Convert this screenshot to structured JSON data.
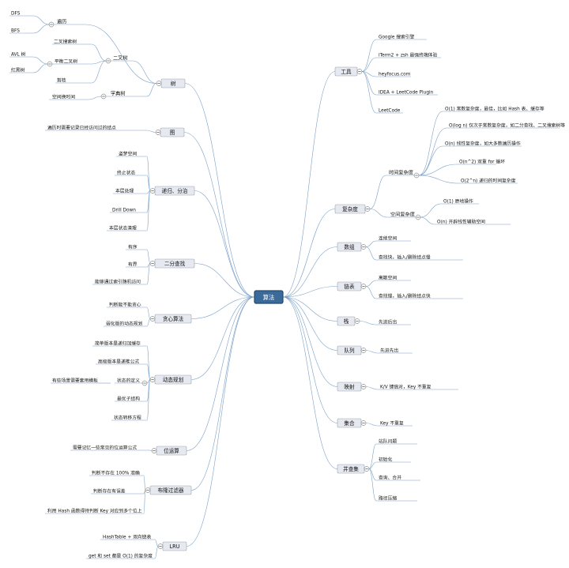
{
  "root": {
    "label": "算法"
  },
  "left": [
    {
      "id": "tree",
      "label": "树",
      "children": [
        {
          "label": "遍历",
          "children": [
            {
              "label": "DFS"
            },
            {
              "label": "BFS"
            }
          ]
        },
        {
          "label": "二叉树",
          "children": [
            {
              "label": "二叉搜索树"
            },
            {
              "label": "平衡二叉树",
              "children": [
                {
                  "label": "AVL 树"
                },
                {
                  "label": "红黑树"
                }
              ]
            },
            {
              "label": "剪枝"
            }
          ]
        },
        {
          "label": "字典树",
          "children": [
            {
              "label": "空间换时间"
            }
          ]
        }
      ]
    },
    {
      "id": "graph",
      "label": "图",
      "children": [
        {
          "label": "遍历时需要记录已经访问过的结点"
        }
      ]
    },
    {
      "id": "recursion",
      "label": "递归、分治",
      "children": [
        {
          "label": "盗梦空间"
        },
        {
          "label": "终止状态"
        },
        {
          "label": "本层处理"
        },
        {
          "label": "Drill Down"
        },
        {
          "label": "本层状态清理"
        }
      ]
    },
    {
      "id": "binsearch",
      "label": "二分查找",
      "children": [
        {
          "label": "有序"
        },
        {
          "label": "有界"
        },
        {
          "label": "能够通过索引随机访问"
        }
      ]
    },
    {
      "id": "greedy",
      "label": "贪心算法",
      "children": [
        {
          "label": "判断能不能贪心"
        },
        {
          "label": "弱化版的动态规划"
        }
      ]
    },
    {
      "id": "dp",
      "label": "动态规划",
      "children": [
        {
          "label": "简单版本是递归加缓存"
        },
        {
          "label": "高级版本是递推公式"
        },
        {
          "label": "状态的定义",
          "children": [
            {
              "label": "有些场景需要套用模板"
            }
          ]
        },
        {
          "label": "最优子结构"
        },
        {
          "label": "状态转移方程"
        }
      ]
    },
    {
      "id": "bitop",
      "label": "位运算",
      "children": [
        {
          "label": "需要记忆一些常见的位运算公式"
        }
      ]
    },
    {
      "id": "bloom",
      "label": "布隆过滤器",
      "children": [
        {
          "label": "判断不存在 100% 准确"
        },
        {
          "label": "判断存在有误差"
        },
        {
          "label": "利用 Hash 函数得待判断 Key 对应到多个位上"
        }
      ]
    },
    {
      "id": "lru",
      "label": "LRU",
      "children": [
        {
          "label": "HashTable + 双向链表"
        },
        {
          "label": "get 和 set 都是 O(1) 的复杂度"
        }
      ]
    }
  ],
  "right": [
    {
      "id": "tools",
      "label": "工具",
      "children": [
        {
          "label": "Google 搜索引擎"
        },
        {
          "label": "iTerm2 + zsh 最强终端体验"
        },
        {
          "label": "heyfocus.com"
        },
        {
          "label": "IDEA + LeetCode Plugin"
        },
        {
          "label": "LeetCode"
        }
      ]
    },
    {
      "id": "complexity",
      "label": "复杂度",
      "children": [
        {
          "label": "时间复杂度",
          "children": [
            {
              "label": "O(1) 常数复杂度，最佳，比如 Hash 表、缓存等"
            },
            {
              "label": "O(log n) 仅次于常数复杂度，如二分查找、二叉搜索树等"
            },
            {
              "label": "O(n) 线性复杂度，如大多数遍历操作"
            },
            {
              "label": "O(n^2) 双重 for 循环"
            },
            {
              "label": "O(2^n) 递归的时间复杂度"
            }
          ]
        },
        {
          "label": "空间复杂度",
          "children": [
            {
              "label": "O(1) 原地操作"
            },
            {
              "label": "O(n) 开辟线性辅助空间"
            }
          ]
        }
      ]
    },
    {
      "id": "array",
      "label": "数组",
      "children": [
        {
          "label": "连续空间"
        },
        {
          "label": "查找快，插入/删除结点慢"
        }
      ]
    },
    {
      "id": "linkedlist",
      "label": "链表",
      "children": [
        {
          "label": "离散空间"
        },
        {
          "label": "查找慢，插入/删除结点快"
        }
      ]
    },
    {
      "id": "stack",
      "label": "栈",
      "children": [
        {
          "label": "先进后出"
        }
      ]
    },
    {
      "id": "queue",
      "label": "队列",
      "children": [
        {
          "label": "先进先出"
        }
      ]
    },
    {
      "id": "map",
      "label": "映射",
      "children": [
        {
          "label": "K/V 键值对，Key 不重复"
        }
      ]
    },
    {
      "id": "set",
      "label": "集合",
      "children": [
        {
          "label": "Key 不重复"
        }
      ]
    },
    {
      "id": "unionfind",
      "label": "并查集",
      "children": [
        {
          "label": "站队问题"
        },
        {
          "label": "初始化"
        },
        {
          "label": "查询、合并"
        },
        {
          "label": "路径压缩"
        }
      ]
    }
  ]
}
